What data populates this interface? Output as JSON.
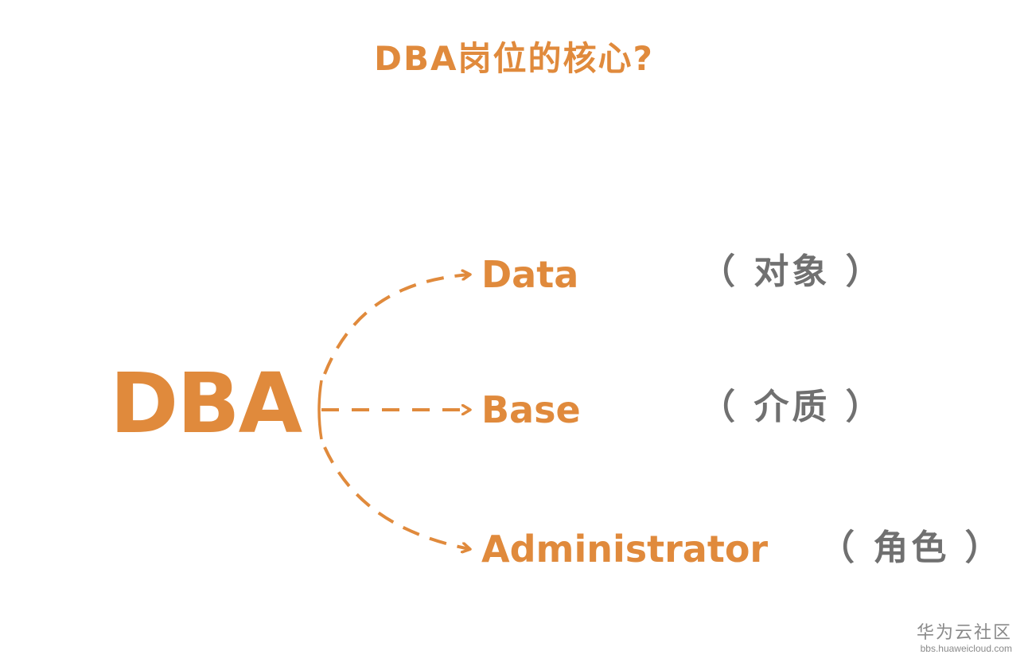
{
  "title": "DBA岗位的核心?",
  "root": {
    "label": "DBA"
  },
  "branches": [
    {
      "label": "Data",
      "note": "（ 对象 ）"
    },
    {
      "label": "Base",
      "note": "（ 介质 ）"
    },
    {
      "label": "Administrator",
      "note": "（ 角色 ）"
    }
  ],
  "watermark": {
    "name": "华为云社区",
    "url": "bbs.huaweicloud.com"
  },
  "colors": {
    "accent": "#e08a3c",
    "note": "#707070",
    "watermark": "#8a8a8a"
  }
}
